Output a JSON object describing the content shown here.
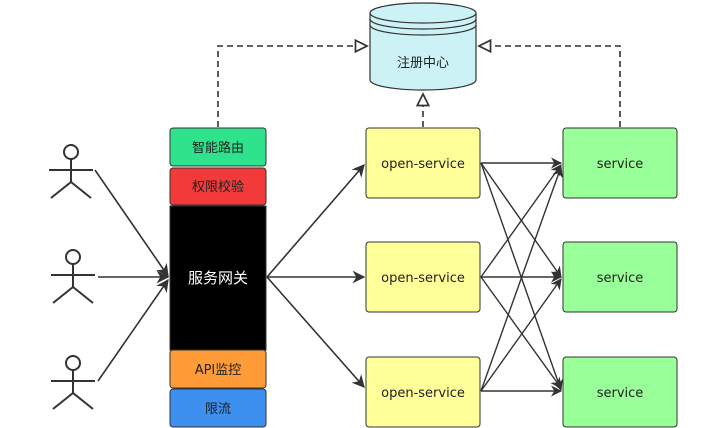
{
  "registry": {
    "label": "注册中心",
    "fill": "#ccf2f5"
  },
  "gateway": {
    "label": "服务网关",
    "bands": {
      "routing": {
        "label": "智能路由",
        "fill": "#2fe38c"
      },
      "auth": {
        "label": "权限校验",
        "fill": "#f33a3a"
      },
      "monitor": {
        "label": "API监控",
        "fill": "#ff9c37"
      },
      "ratelimit": {
        "label": "限流",
        "fill": "#3d8ff0"
      }
    },
    "fill": "#000000"
  },
  "open_services": [
    {
      "label": "open-service"
    },
    {
      "label": "open-service"
    },
    {
      "label": "open-service"
    }
  ],
  "services": [
    {
      "label": "service"
    },
    {
      "label": "service"
    },
    {
      "label": "service"
    }
  ],
  "colors": {
    "open_service": "#ffff99",
    "service": "#99ff99",
    "stroke": "#333333"
  },
  "icons": {
    "user": "person-icon"
  }
}
